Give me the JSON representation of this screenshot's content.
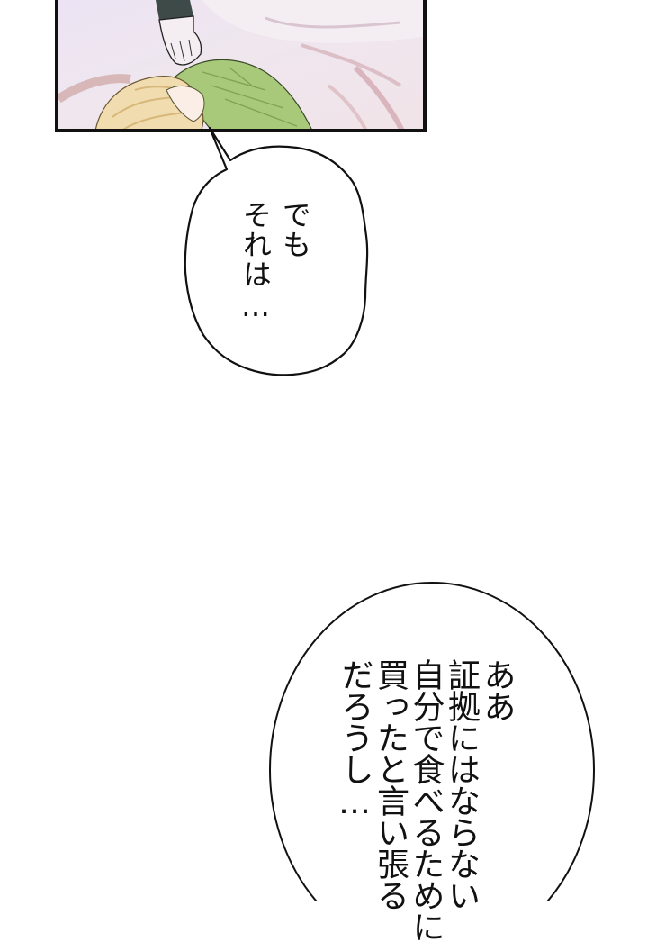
{
  "panel": {
    "description": "comic panel: hand in dark sleeve resting on a blonde character in a green patterned dress, lavender-pink bedsheets",
    "colors": {
      "border": "#111111",
      "background": "#ede4f1",
      "dress": "#a9c97a",
      "hair": "#f0dcae",
      "sleeve": "#3d4a47"
    }
  },
  "bubbles": [
    {
      "id": "bubble-1",
      "shape": "jagged-speech-with-tail",
      "columns": [
        "でも",
        "それは…"
      ]
    },
    {
      "id": "bubble-2",
      "shape": "oval",
      "columns": [
        "ああ",
        "証拠にはならない",
        "自分で食べるために",
        "買ったと言い張る",
        "だろうし…"
      ]
    }
  ]
}
